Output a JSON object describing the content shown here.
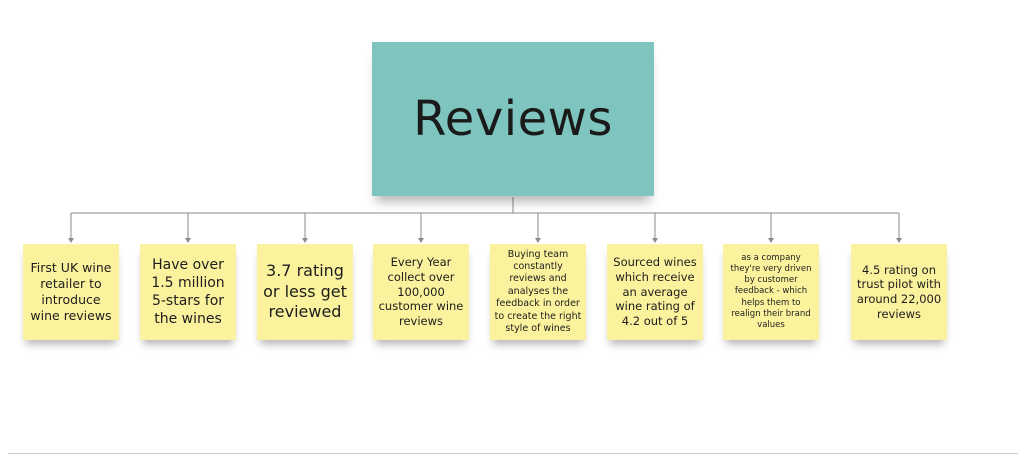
{
  "title": "Reviews",
  "notes": [
    {
      "text": "First UK wine retailer to introduce wine reviews"
    },
    {
      "text": "Have over 1.5 million 5-stars for the wines"
    },
    {
      "text": "3.7 rating or less get reviewed"
    },
    {
      "text": "Every Year collect over 100,000 customer wine reviews"
    },
    {
      "text": "Buying team constantly reviews and analyses the feedback in order to create the right style of wines"
    },
    {
      "text": "Sourced wines which receive an average wine rating of 4.2 out of 5"
    },
    {
      "text": "as a company they're very driven by customer feedback - which helps them to realign their brand values"
    },
    {
      "text": "4.5 rating on trust pilot with around 22,000 reviews"
    }
  ],
  "colors": {
    "title_note": "#7fc5bf",
    "sticky_note": "#fbf29d",
    "connector": "#8a8a8a"
  }
}
